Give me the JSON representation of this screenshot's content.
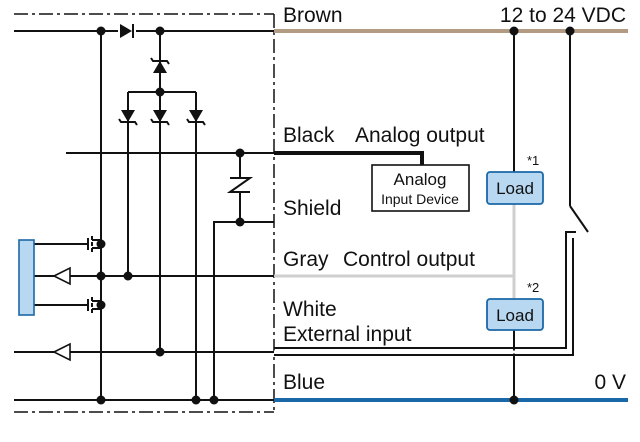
{
  "labels": {
    "brown": "Brown",
    "supply": "12 to 24 VDC",
    "black": "Black",
    "analog_output": "Analog output",
    "analog_box_line1": "Analog",
    "analog_box_line2": "Input Device",
    "shield": "Shield",
    "gray": "Gray",
    "control_output": "Control output",
    "white": "White",
    "external_input": "External input",
    "blue": "Blue",
    "zero_v": "0 V",
    "load1": "Load",
    "load2": "Load",
    "note1": "*1",
    "note2": "*2"
  },
  "colors": {
    "brown_wire": "#b39a83",
    "blue_wire": "#1b68a8",
    "gray_wire": "#cfcfcf",
    "black_wire": "#111111",
    "load_fill": "#b7d8f0",
    "load_stroke": "#1b68a8",
    "connector_fill": "#b7d8f0"
  }
}
